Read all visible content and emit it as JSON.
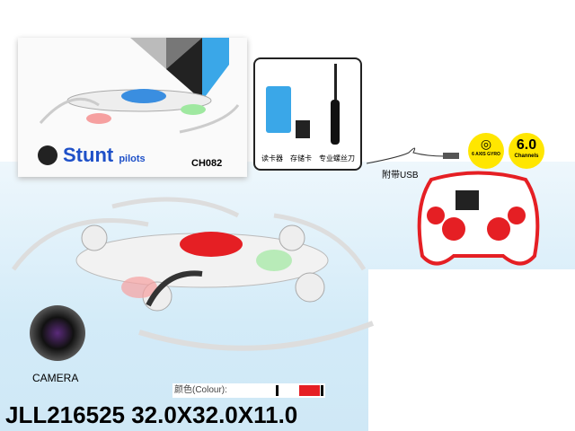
{
  "box": {
    "brand": "Stunt",
    "brand_sub": "pilots",
    "model": "CH082"
  },
  "accessories": {
    "labels": [
      "读卡器",
      "存储卡",
      "专业螺丝刀"
    ]
  },
  "usb_label": "附带USB",
  "badges": {
    "gyro": "6 AXIS GYRO",
    "channels_value": "6.0",
    "channels_label": "Channels"
  },
  "camera_label": "CAMERA",
  "colour_label": "颜色(Colour):",
  "colour_swatches": [
    "#ffffff",
    "#e51f24"
  ],
  "product_code": "JLL216525 32.0X32.0X11.0"
}
